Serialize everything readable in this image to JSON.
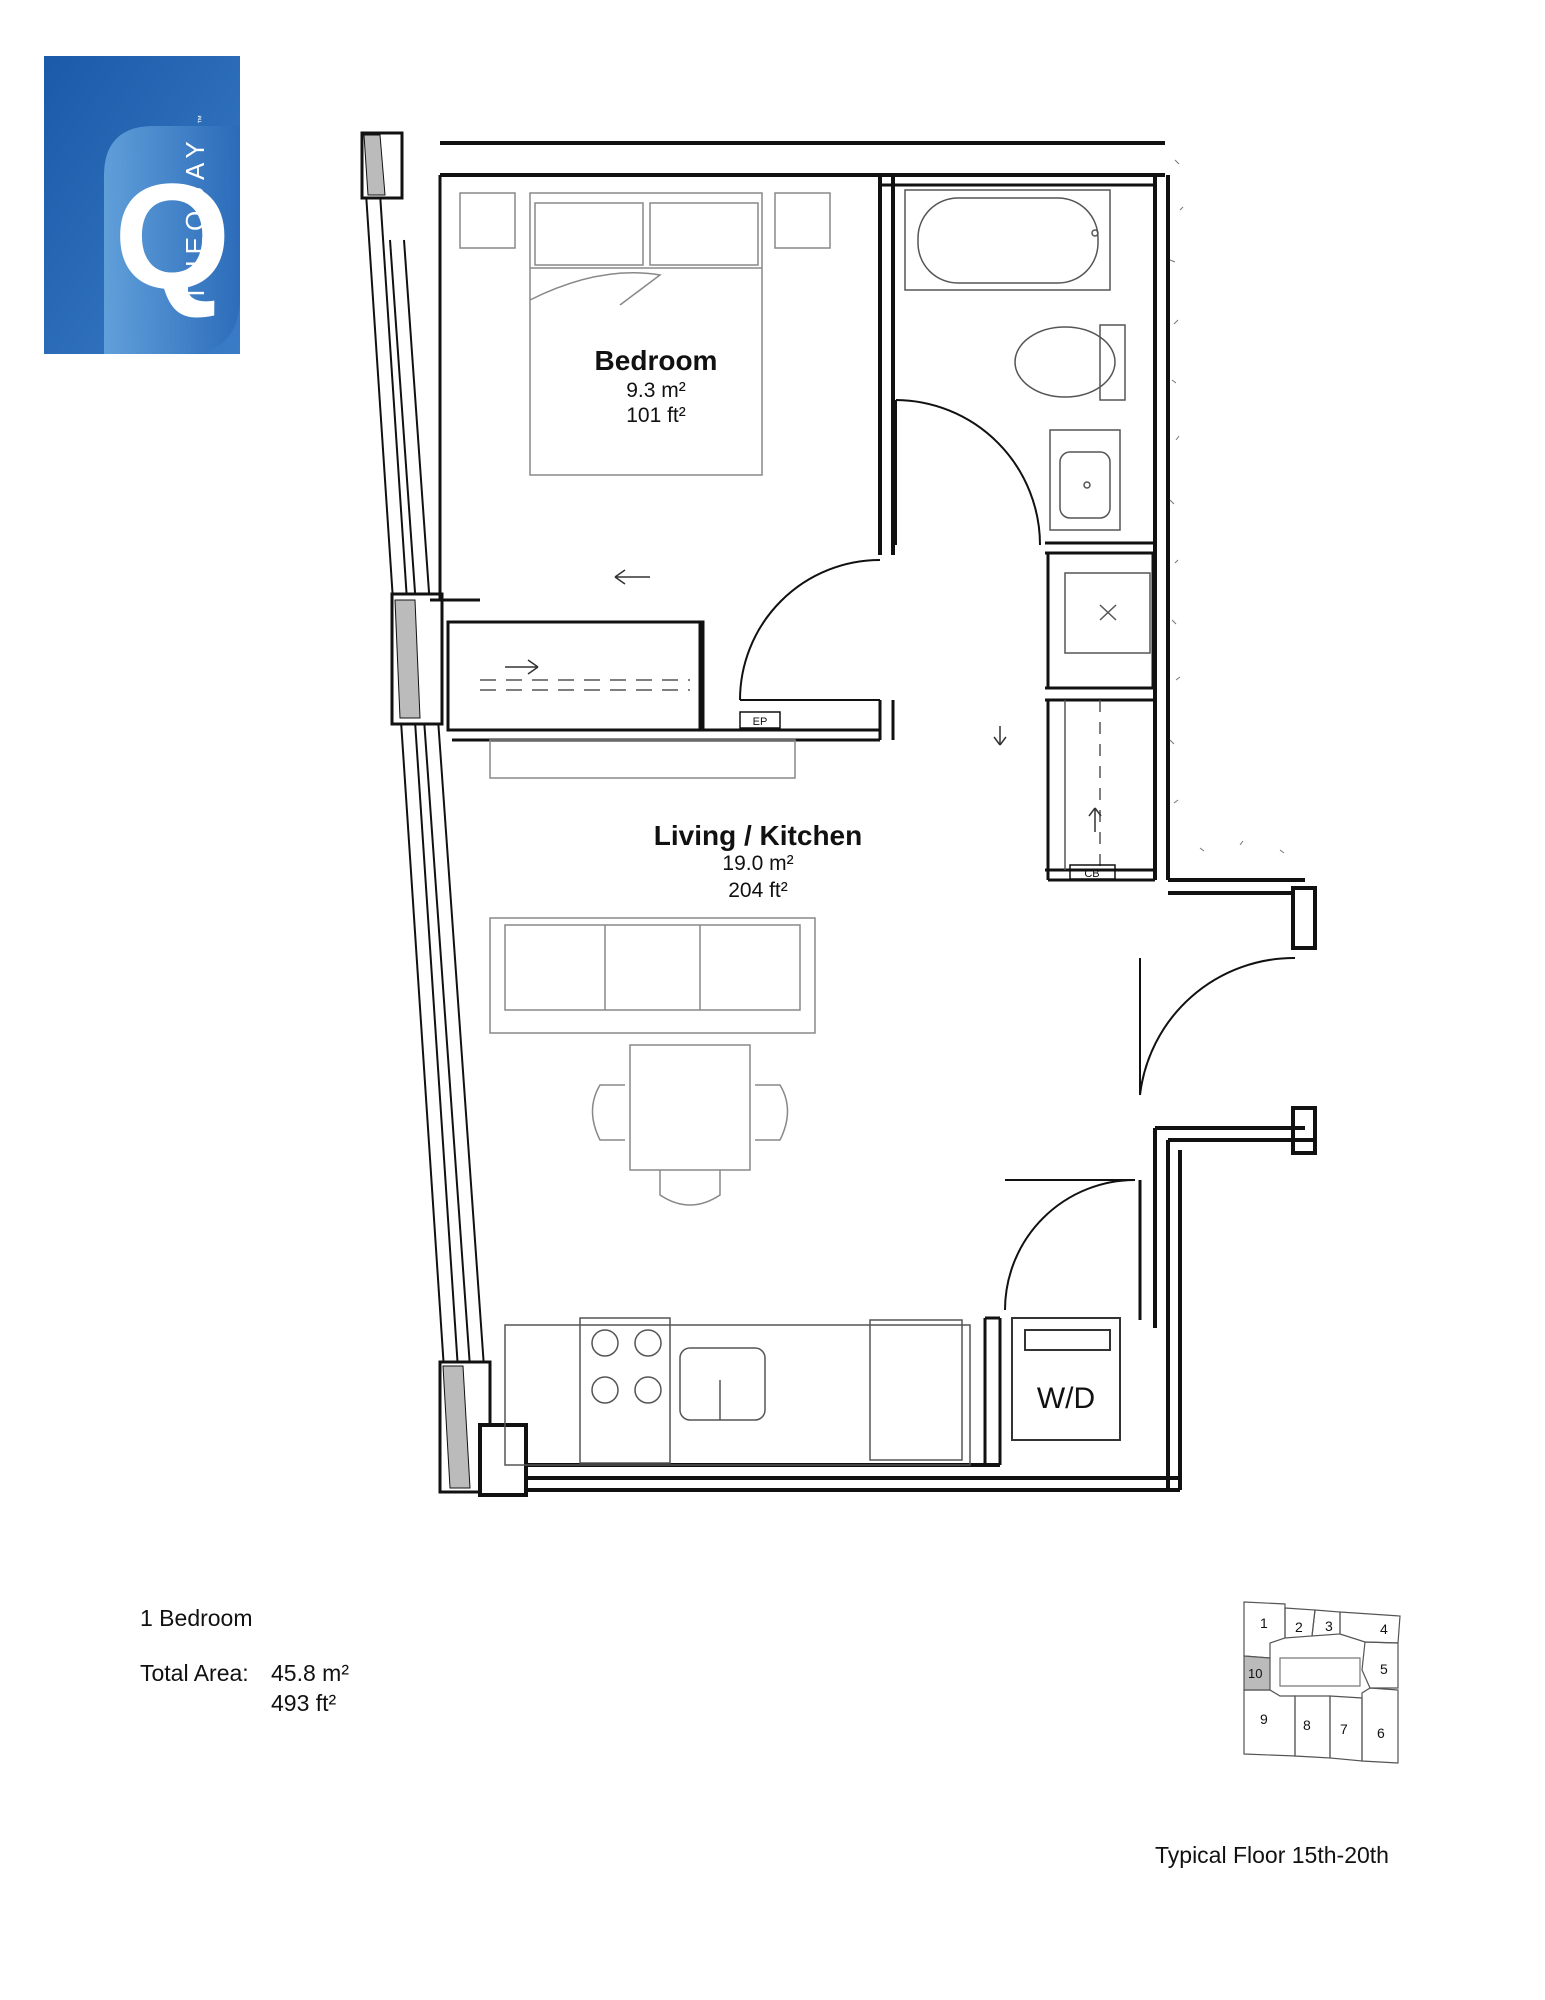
{
  "brand": {
    "logo_letter": "Q",
    "logo_word": "THEQUAY",
    "trademark": "™",
    "colors": {
      "blue_dark": "#1a5aa8",
      "blue_light": "#6aa8e0"
    }
  },
  "rooms": {
    "bedroom": {
      "name": "Bedroom",
      "area_m2": "9.3 m²",
      "area_ft2": "101 ft²"
    },
    "living": {
      "name": "Living / Kitchen",
      "area_m2": "19.0 m²",
      "area_ft2": "204 ft²"
    },
    "laundry": {
      "name": "W/D"
    }
  },
  "tags": {
    "ep": "EP",
    "cb": "CB"
  },
  "unit": {
    "type": "1 Bedroom",
    "total_area_label": "Total Area:",
    "total_area_m2": "45.8 m²",
    "total_area_ft2": "493 ft²"
  },
  "keyplan": {
    "units": [
      "1",
      "2",
      "3",
      "4",
      "5",
      "6",
      "7",
      "8",
      "9",
      "10"
    ],
    "highlighted": "10"
  },
  "floor_range": "Typical Floor 15th-20th"
}
